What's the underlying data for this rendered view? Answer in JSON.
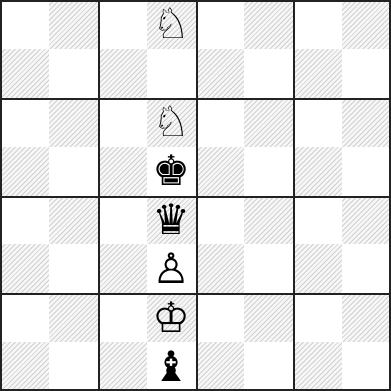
{
  "board": {
    "files": 8,
    "ranks": 8,
    "colors": {
      "light": "#ffffff",
      "dark_hatch": "#d0d0d0",
      "thick_line": "#222222"
    },
    "pieces": [
      {
        "row": 0,
        "col": 3,
        "type": "knight",
        "color": "white",
        "glyph": "♘"
      },
      {
        "row": 2,
        "col": 3,
        "type": "knight",
        "color": "white",
        "glyph": "♘"
      },
      {
        "row": 3,
        "col": 3,
        "type": "king",
        "color": "black",
        "glyph": "♚"
      },
      {
        "row": 4,
        "col": 3,
        "type": "queen",
        "color": "black",
        "glyph": "♛"
      },
      {
        "row": 5,
        "col": 3,
        "type": "pawn",
        "color": "white",
        "glyph": "♙"
      },
      {
        "row": 6,
        "col": 3,
        "type": "king",
        "color": "white",
        "glyph": "♔"
      },
      {
        "row": 7,
        "col": 3,
        "type": "bishop",
        "color": "black",
        "glyph": "♝"
      }
    ]
  }
}
